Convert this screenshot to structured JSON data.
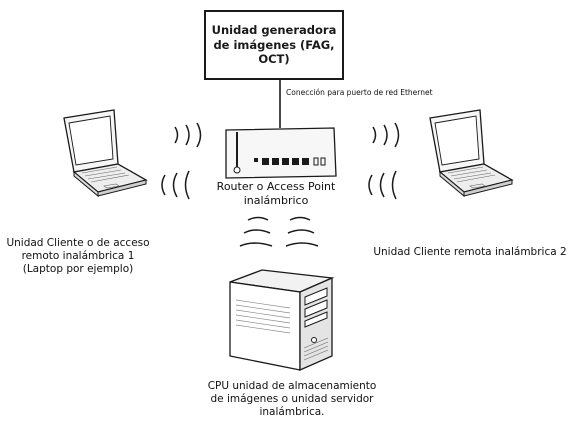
{
  "diagram": {
    "generator_box": {
      "lines": [
        "Unidad generadora",
        "de imágenes (FAG,",
        "OCT)"
      ]
    },
    "connection_label": "Conección para puerto de red  Ethernet",
    "router_label": {
      "lines": [
        "Router o Access Point",
        "inalámbrico"
      ]
    },
    "client1_label": {
      "lines": [
        "Unidad Cliente o de acceso",
        "remoto inalámbrica 1",
        "(Laptop por ejemplo)"
      ]
    },
    "client2_label": "Unidad Cliente remota inalámbrica 2",
    "server_label": {
      "lines": [
        "CPU unidad de almacenamiento",
        "de imágenes o unidad servidor",
        "inalámbrica."
      ]
    },
    "icons": [
      "laptop-icon",
      "router-icon",
      "desktop-tower-icon",
      "wireless-signal-icon"
    ],
    "colors": {
      "line": "#1a1a1a",
      "fill_light": "#f2f2f2",
      "fill_mid": "#dcdcdc"
    }
  }
}
